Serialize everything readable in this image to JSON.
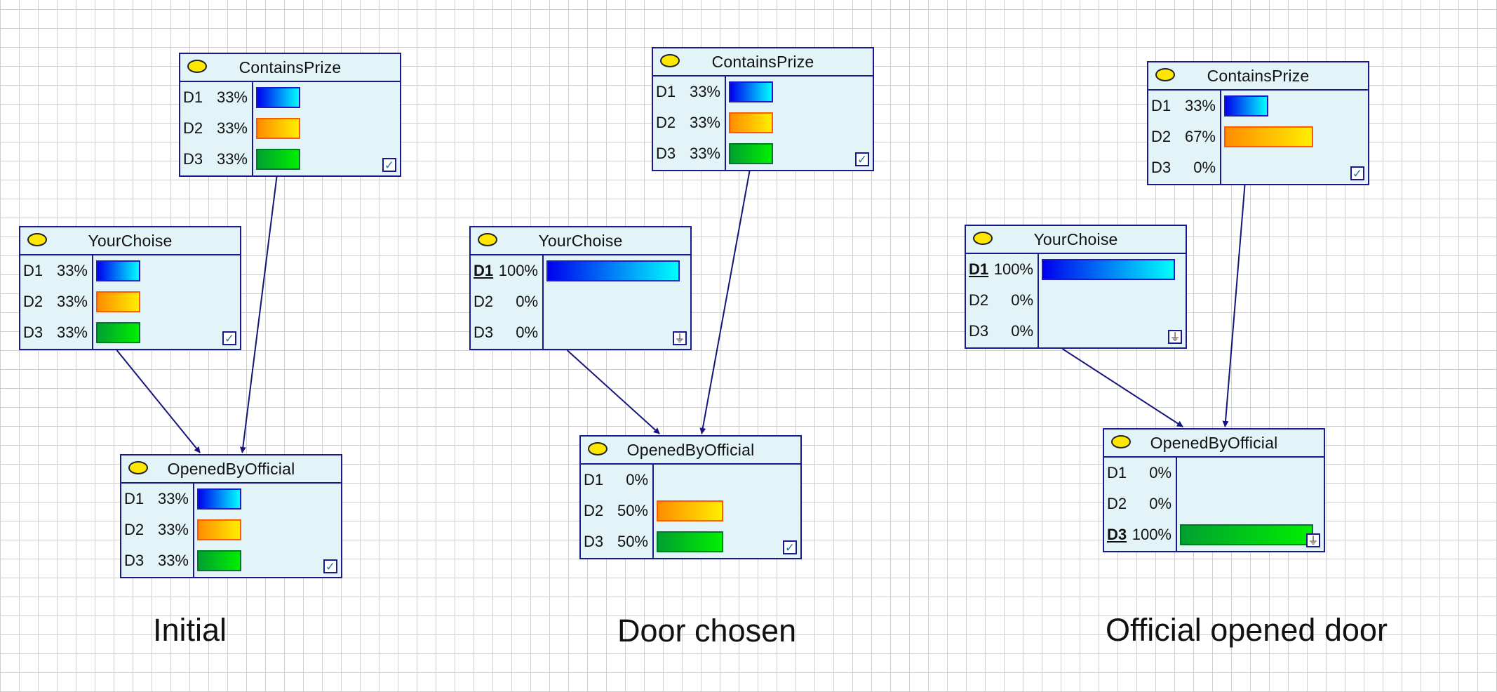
{
  "colors": {
    "node_border": "#1a1a8c",
    "node_fill": "#e2f4f7",
    "arrow": "#14147a",
    "oval": "#ffe800",
    "bar_d1": "#0000ee",
    "bar_d2": "#ff8c00",
    "bar_d3": "#00c030"
  },
  "icons": {
    "check": "✓",
    "ground": "⏚"
  },
  "panels": [
    {
      "caption": "Initial",
      "nodes": {
        "contains": {
          "title": "ContainsPrize",
          "flag": "check",
          "states": [
            {
              "name": "D1",
              "percent": "33%",
              "value": 0.333,
              "evidence": false
            },
            {
              "name": "D2",
              "percent": "33%",
              "value": 0.333,
              "evidence": false
            },
            {
              "name": "D3",
              "percent": "33%",
              "value": 0.333,
              "evidence": false
            }
          ]
        },
        "choice": {
          "title": "YourChoise",
          "flag": "check",
          "states": [
            {
              "name": "D1",
              "percent": "33%",
              "value": 0.333,
              "evidence": false
            },
            {
              "name": "D2",
              "percent": "33%",
              "value": 0.333,
              "evidence": false
            },
            {
              "name": "D3",
              "percent": "33%",
              "value": 0.333,
              "evidence": false
            }
          ]
        },
        "opened": {
          "title": "OpenedByOfficial",
          "flag": "check",
          "states": [
            {
              "name": "D1",
              "percent": "33%",
              "value": 0.333,
              "evidence": false
            },
            {
              "name": "D2",
              "percent": "33%",
              "value": 0.333,
              "evidence": false
            },
            {
              "name": "D3",
              "percent": "33%",
              "value": 0.333,
              "evidence": false
            }
          ]
        }
      }
    },
    {
      "caption": "Door chosen",
      "nodes": {
        "contains": {
          "title": "ContainsPrize",
          "flag": "check",
          "states": [
            {
              "name": "D1",
              "percent": "33%",
              "value": 0.333,
              "evidence": false
            },
            {
              "name": "D2",
              "percent": "33%",
              "value": 0.333,
              "evidence": false
            },
            {
              "name": "D3",
              "percent": "33%",
              "value": 0.333,
              "evidence": false
            }
          ]
        },
        "choice": {
          "title": "YourChoise",
          "flag": "ground",
          "states": [
            {
              "name": "D1",
              "percent": "100%",
              "value": 1.0,
              "evidence": true
            },
            {
              "name": "D2",
              "percent": "0%",
              "value": 0.0,
              "evidence": false
            },
            {
              "name": "D3",
              "percent": "0%",
              "value": 0.0,
              "evidence": false
            }
          ]
        },
        "opened": {
          "title": "OpenedByOfficial",
          "flag": "check",
          "states": [
            {
              "name": "D1",
              "percent": "0%",
              "value": 0.0,
              "evidence": false
            },
            {
              "name": "D2",
              "percent": "50%",
              "value": 0.5,
              "evidence": false
            },
            {
              "name": "D3",
              "percent": "50%",
              "value": 0.5,
              "evidence": false
            }
          ]
        }
      }
    },
    {
      "caption": "Official opened door",
      "nodes": {
        "contains": {
          "title": "ContainsPrize",
          "flag": "check",
          "states": [
            {
              "name": "D1",
              "percent": "33%",
              "value": 0.333,
              "evidence": false
            },
            {
              "name": "D2",
              "percent": "67%",
              "value": 0.667,
              "evidence": false
            },
            {
              "name": "D3",
              "percent": "0%",
              "value": 0.0,
              "evidence": false
            }
          ]
        },
        "choice": {
          "title": "YourChoise",
          "flag": "ground",
          "states": [
            {
              "name": "D1",
              "percent": "100%",
              "value": 1.0,
              "evidence": true
            },
            {
              "name": "D2",
              "percent": "0%",
              "value": 0.0,
              "evidence": false
            },
            {
              "name": "D3",
              "percent": "0%",
              "value": 0.0,
              "evidence": false
            }
          ]
        },
        "opened": {
          "title": "OpenedByOfficial",
          "flag": "ground",
          "states": [
            {
              "name": "D1",
              "percent": "0%",
              "value": 0.0,
              "evidence": false
            },
            {
              "name": "D2",
              "percent": "0%",
              "value": 0.0,
              "evidence": false
            },
            {
              "name": "D3",
              "percent": "100%",
              "value": 1.0,
              "evidence": true
            }
          ]
        }
      }
    }
  ]
}
